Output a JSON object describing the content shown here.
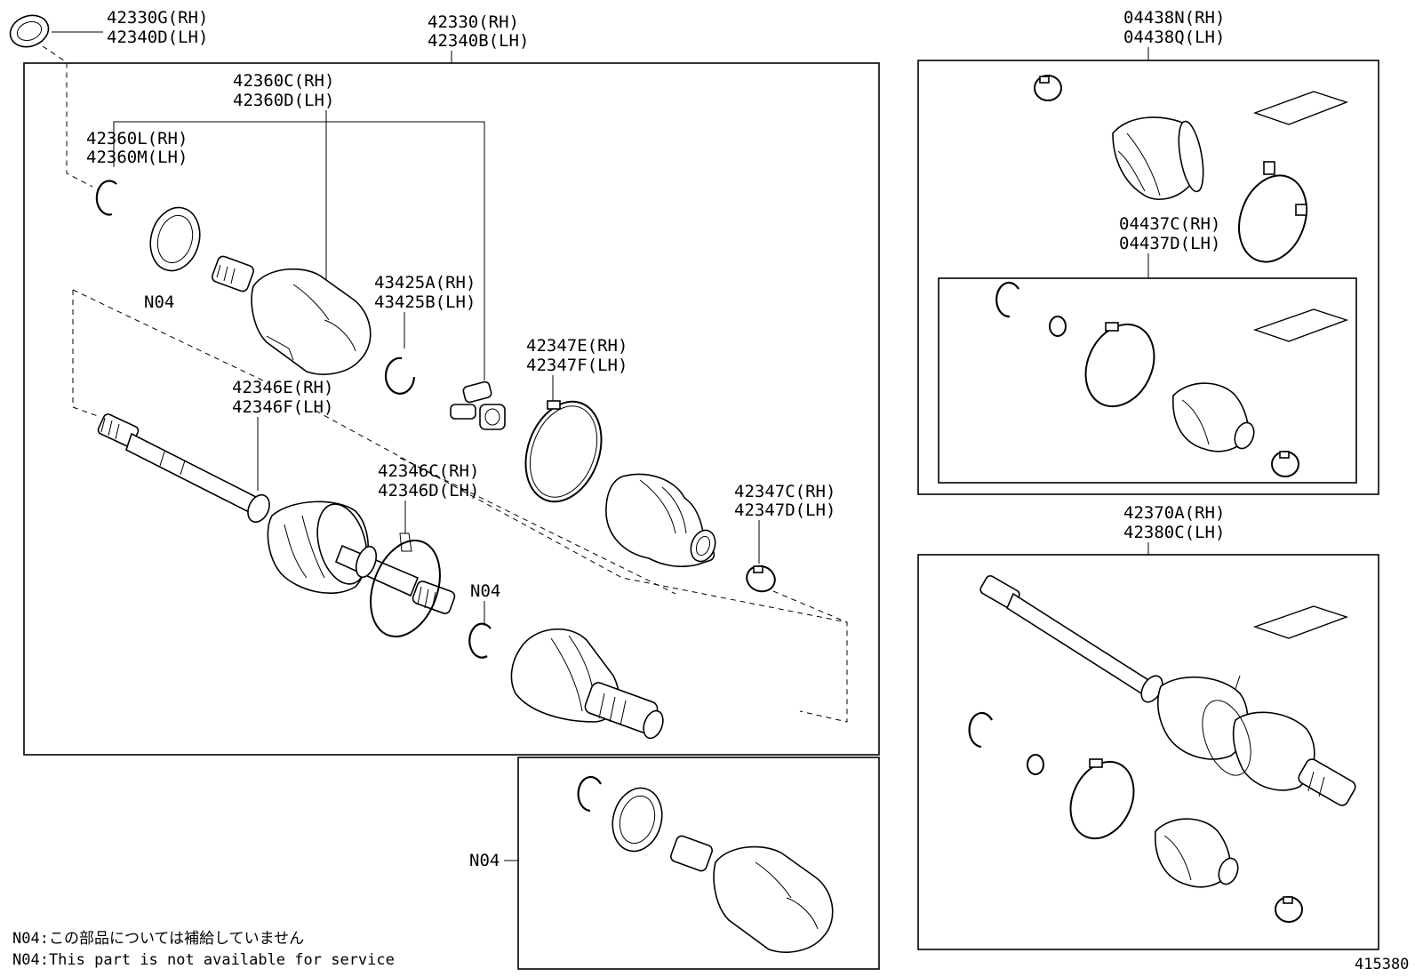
{
  "labels": {
    "boot_kit_rh": "42330G(RH)",
    "boot_kit_lh": "42340D(LH)",
    "shaft_assy_rh": "42330(RH)",
    "shaft_assy_lh": "42340B(LH)",
    "inboard_joint_rh": "42360C(RH)",
    "inboard_joint_lh": "42360D(LH)",
    "snap_ring_rh": "42360L(RH)",
    "snap_ring_lh": "42360M(LH)",
    "tripod_rh": "43425A(RH)",
    "tripod_lh": "43425B(LH)",
    "clamp_large_rh": "42347E(RH)",
    "clamp_large_lh": "42347F(LH)",
    "outboard_joint_rh": "42346E(RH)",
    "outboard_joint_lh": "42346F(LH)",
    "damper_rh": "42346C(RH)",
    "damper_lh": "42346D(LH)",
    "clamp_small_rh": "42347C(RH)",
    "clamp_small_lh": "42347D(LH)",
    "n04_a": "N04",
    "n04_b": "N04",
    "n04_c": "N04",
    "outer_boot_kit_rh": "04438N(RH)",
    "outer_boot_kit_lh": "04438Q(LH)",
    "inner_boot_kit_rh": "04437C(RH)",
    "inner_boot_kit_lh": "04437D(LH)",
    "rear_shaft_rh": "42370A(RH)",
    "rear_shaft_lh": "42380C(LH)"
  },
  "notes": {
    "jp": "N04:この部品については補給していません",
    "en": "N04:This part is not available for service"
  },
  "figure_id": "415380"
}
